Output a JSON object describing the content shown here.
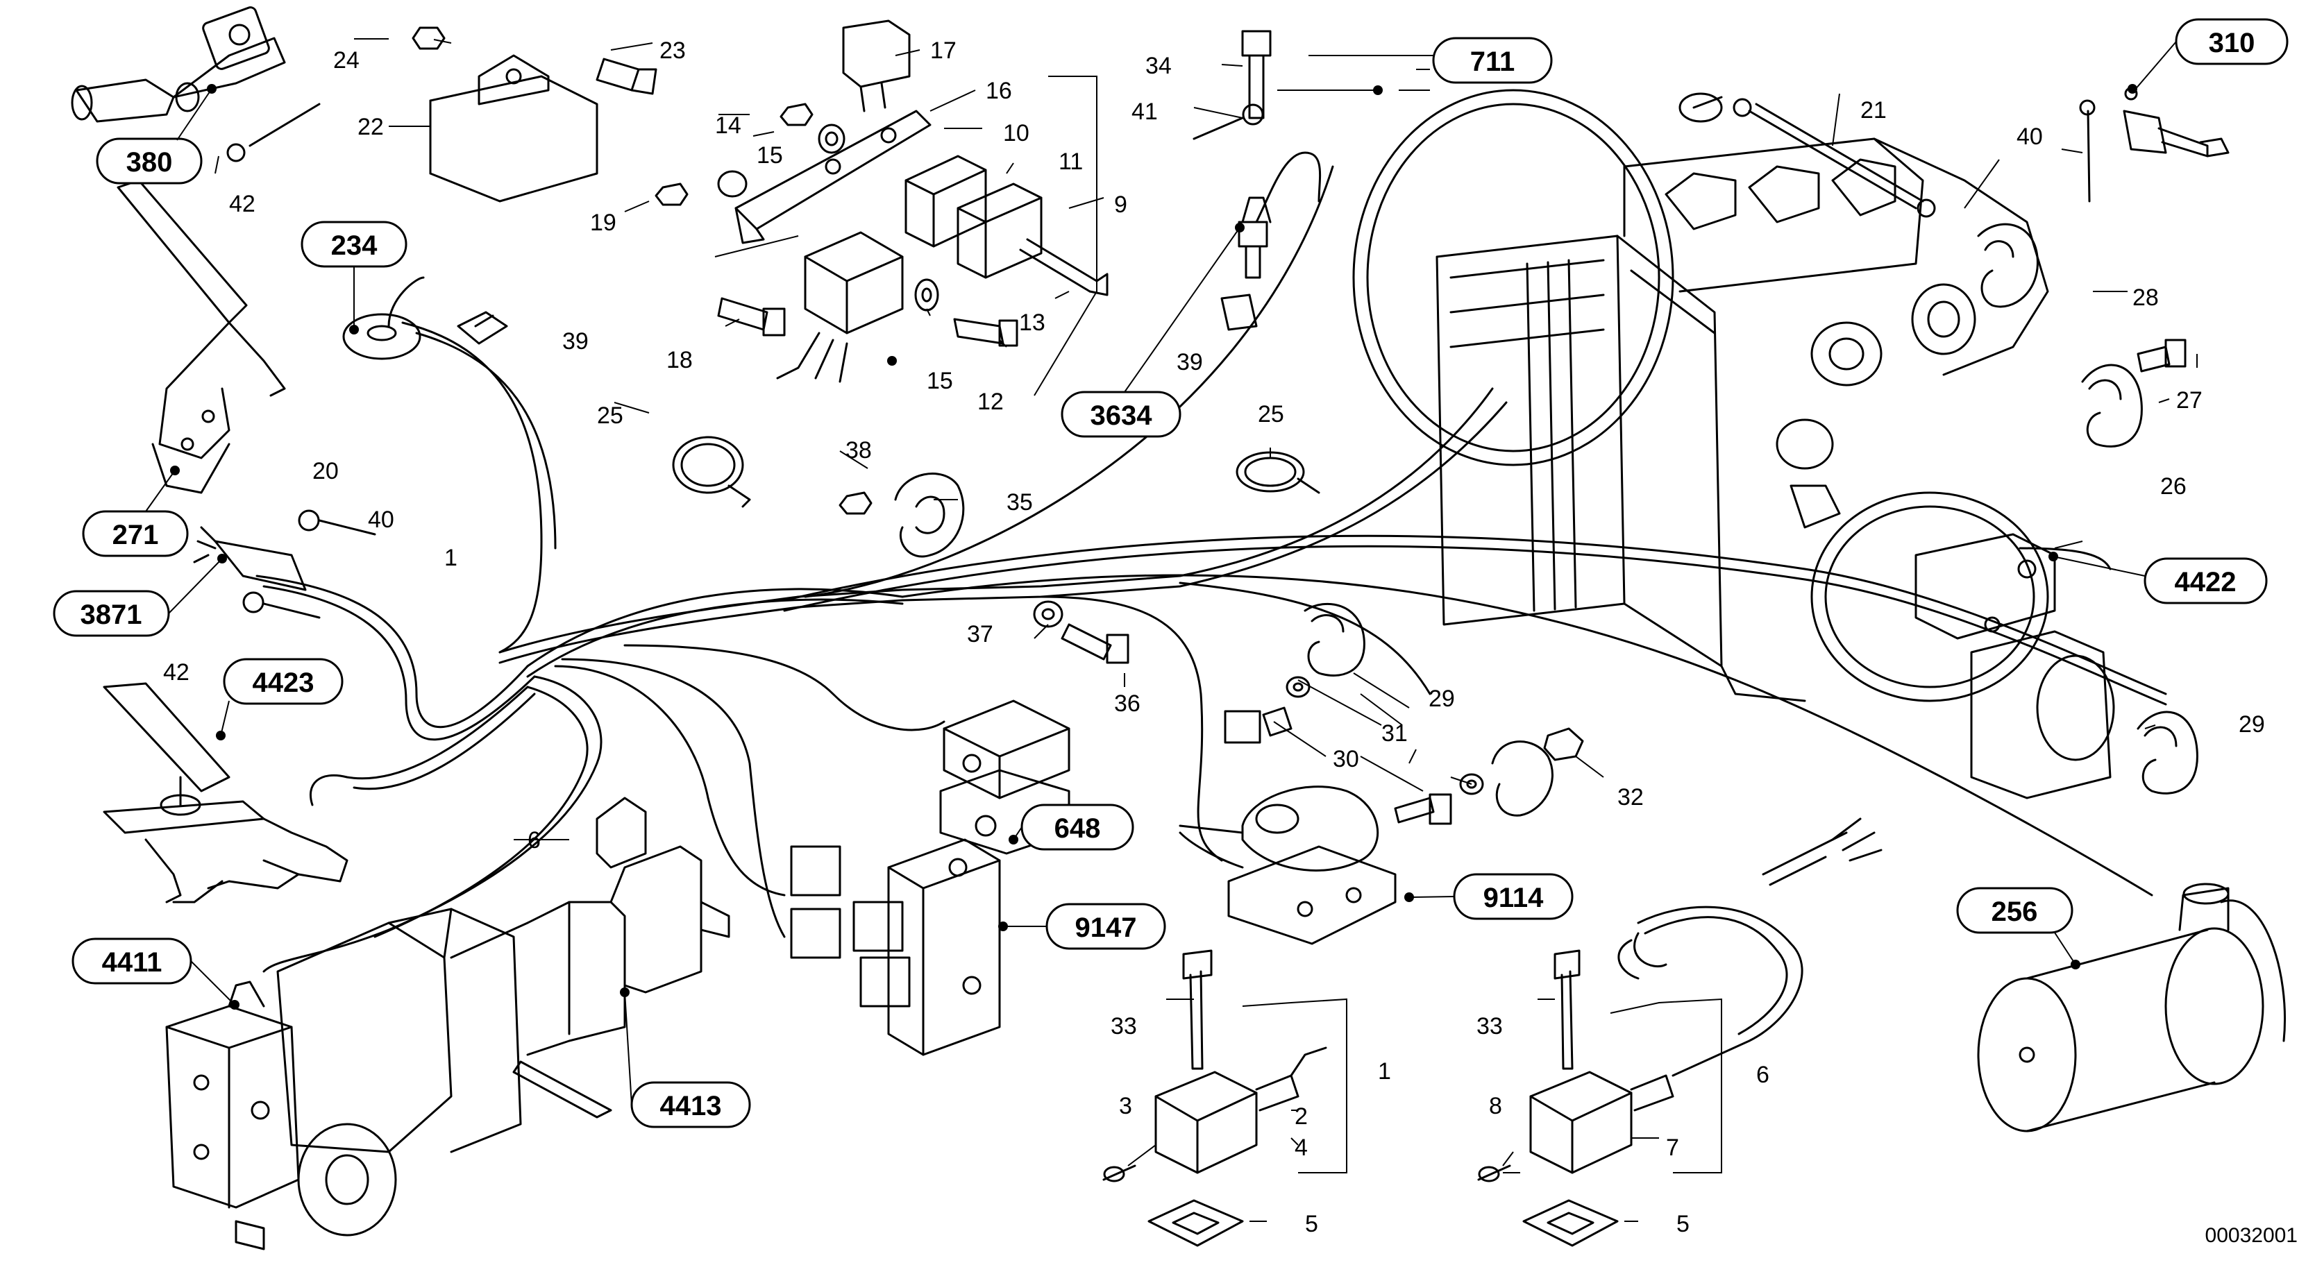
{
  "document": {
    "drawing_number": "00032001"
  },
  "assembly_labels": {
    "l380": "380",
    "l234": "234",
    "l271": "271",
    "l3871": "3871",
    "l4423": "4423",
    "l4411": "4411",
    "l4413": "4413",
    "l648": "648",
    "l9147": "9147",
    "l9114": "9114",
    "l3634": "3634",
    "l711": "711",
    "l310": "310",
    "l4422": "4422",
    "l256": "256"
  },
  "part_numbers": {
    "p24": "24",
    "p23": "23",
    "p22": "22",
    "p17": "17",
    "p16": "16",
    "p14": "14",
    "p15a": "15",
    "p10": "10",
    "p11": "11",
    "p19": "19",
    "p9": "9",
    "p18": "18",
    "p15b": "15",
    "p12": "12",
    "p13": "13",
    "p42a": "42",
    "p39a": "39",
    "p20": "20",
    "p25a": "25",
    "p38": "38",
    "p35": "35",
    "p40a": "40",
    "p1a": "1",
    "p42b": "42",
    "p37": "37",
    "p36": "36",
    "p6a": "6",
    "p34": "34",
    "p41": "41",
    "p39b": "39",
    "p25b": "25",
    "p21": "21",
    "p40b": "40",
    "p28": "28",
    "p27": "27",
    "p26": "26",
    "p29a": "29",
    "p31": "31",
    "p30": "30",
    "p32": "32",
    "p29b": "29",
    "p33a": "33",
    "p3": "3",
    "p2": "2",
    "p4": "4",
    "p1b": "1",
    "p5a": "5",
    "p33b": "33",
    "p8": "8",
    "p7": "7",
    "p6b": "6",
    "p5b": "5"
  }
}
